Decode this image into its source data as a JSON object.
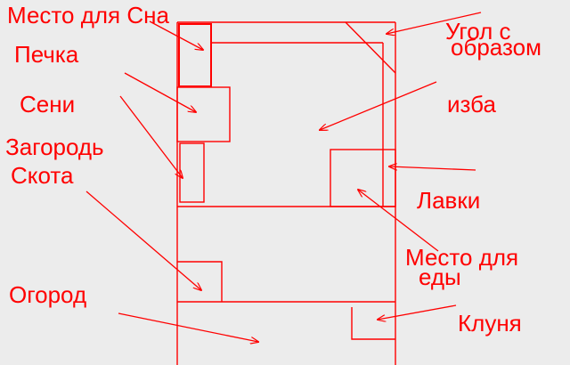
{
  "colors": {
    "background": "#ececec",
    "ink": "#ff0000"
  },
  "labels": {
    "sleep_place": "Место для Сна",
    "stove": "Печка",
    "entry_hall": "Сени",
    "pen_line1": "Загородь",
    "pen_line2": "Скота",
    "garden": "Огород",
    "icon_corner_line1": "Угол с",
    "icon_corner_line2": "образом",
    "izba": "изба",
    "benches": "Лавки",
    "eating_place_line1": "Место для",
    "eating_place_line2": "еды",
    "barn": "Клуня"
  }
}
